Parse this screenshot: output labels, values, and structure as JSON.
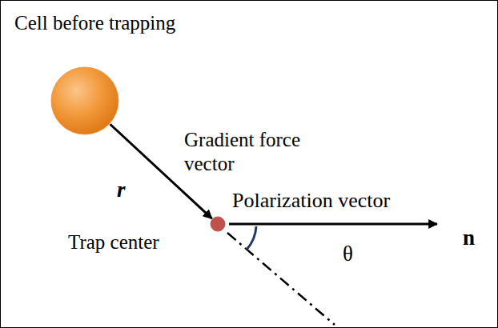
{
  "diagram": {
    "nodes": [
      {
        "text": [
          "Cell before trapping"
        ]
      },
      {
        "text": [
          "Trap center"
        ]
      }
    ],
    "edges": [
      {
        "from": 0,
        "to": 1,
        "arrow": "to",
        "label": "Gradient force vector"
      }
    ],
    "labels": [
      "r⃗",
      "Polarization vector",
      "n⃗",
      "θ⃗"
    ]
  }
}
